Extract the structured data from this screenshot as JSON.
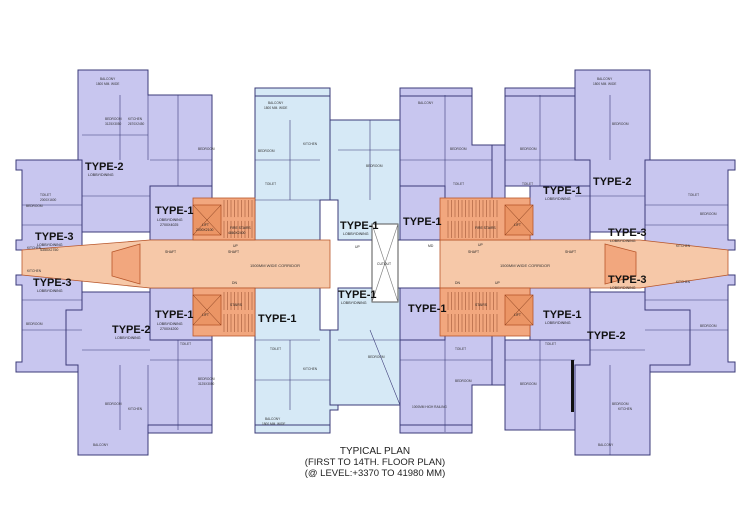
{
  "caption": {
    "line1": "TYPICAL PLAN",
    "line2": "(FIRST TO 14TH. FLOOR PLAN)",
    "line3": "(@ LEVEL:+3370 TO 41980 MM)"
  },
  "labels": {
    "type1": "TYPE-1",
    "type2": "TYPE-2",
    "type3": "TYPE-3",
    "lobby": "LOBBY/DINING",
    "lobby_dim1": "2700X4025",
    "lobby_dim2": "2700X4200",
    "lobby_dim3": "4350X2750",
    "balcony": "BALCONY",
    "balcony_dim": "1800 MM. WIDE",
    "balcony_railing": "1000MM HIGH RAILING",
    "bedroom": "BEDROOM",
    "bedroom_dim": "3125X3050",
    "kitchen": "KITCHEN",
    "kitchen_dim": "2670X2450",
    "toilet": "TOILET",
    "toilet_dim": "2000X1600",
    "lift": "LIFT",
    "lift_dim": "2000X2100",
    "stairs": "STAIRS",
    "fire_stairs": "FIRE STAIRS",
    "stair_dim": "4860X2400",
    "shaft": "SHAFT",
    "cutout": "CUTOUT",
    "corridor": "1500MM WIDE CORRIDOR",
    "up": "UP",
    "dn": "DN",
    "md": "MD"
  },
  "colors": {
    "unit_fill": "#c8c6ef",
    "unit_stroke": "#3b3b78",
    "center_fill": "#d6e9f6",
    "corridor_fill": "#f6c8a8",
    "core_fill": "#f2a77e",
    "core_stroke": "#b8562a",
    "wall": "#2b2b55"
  }
}
